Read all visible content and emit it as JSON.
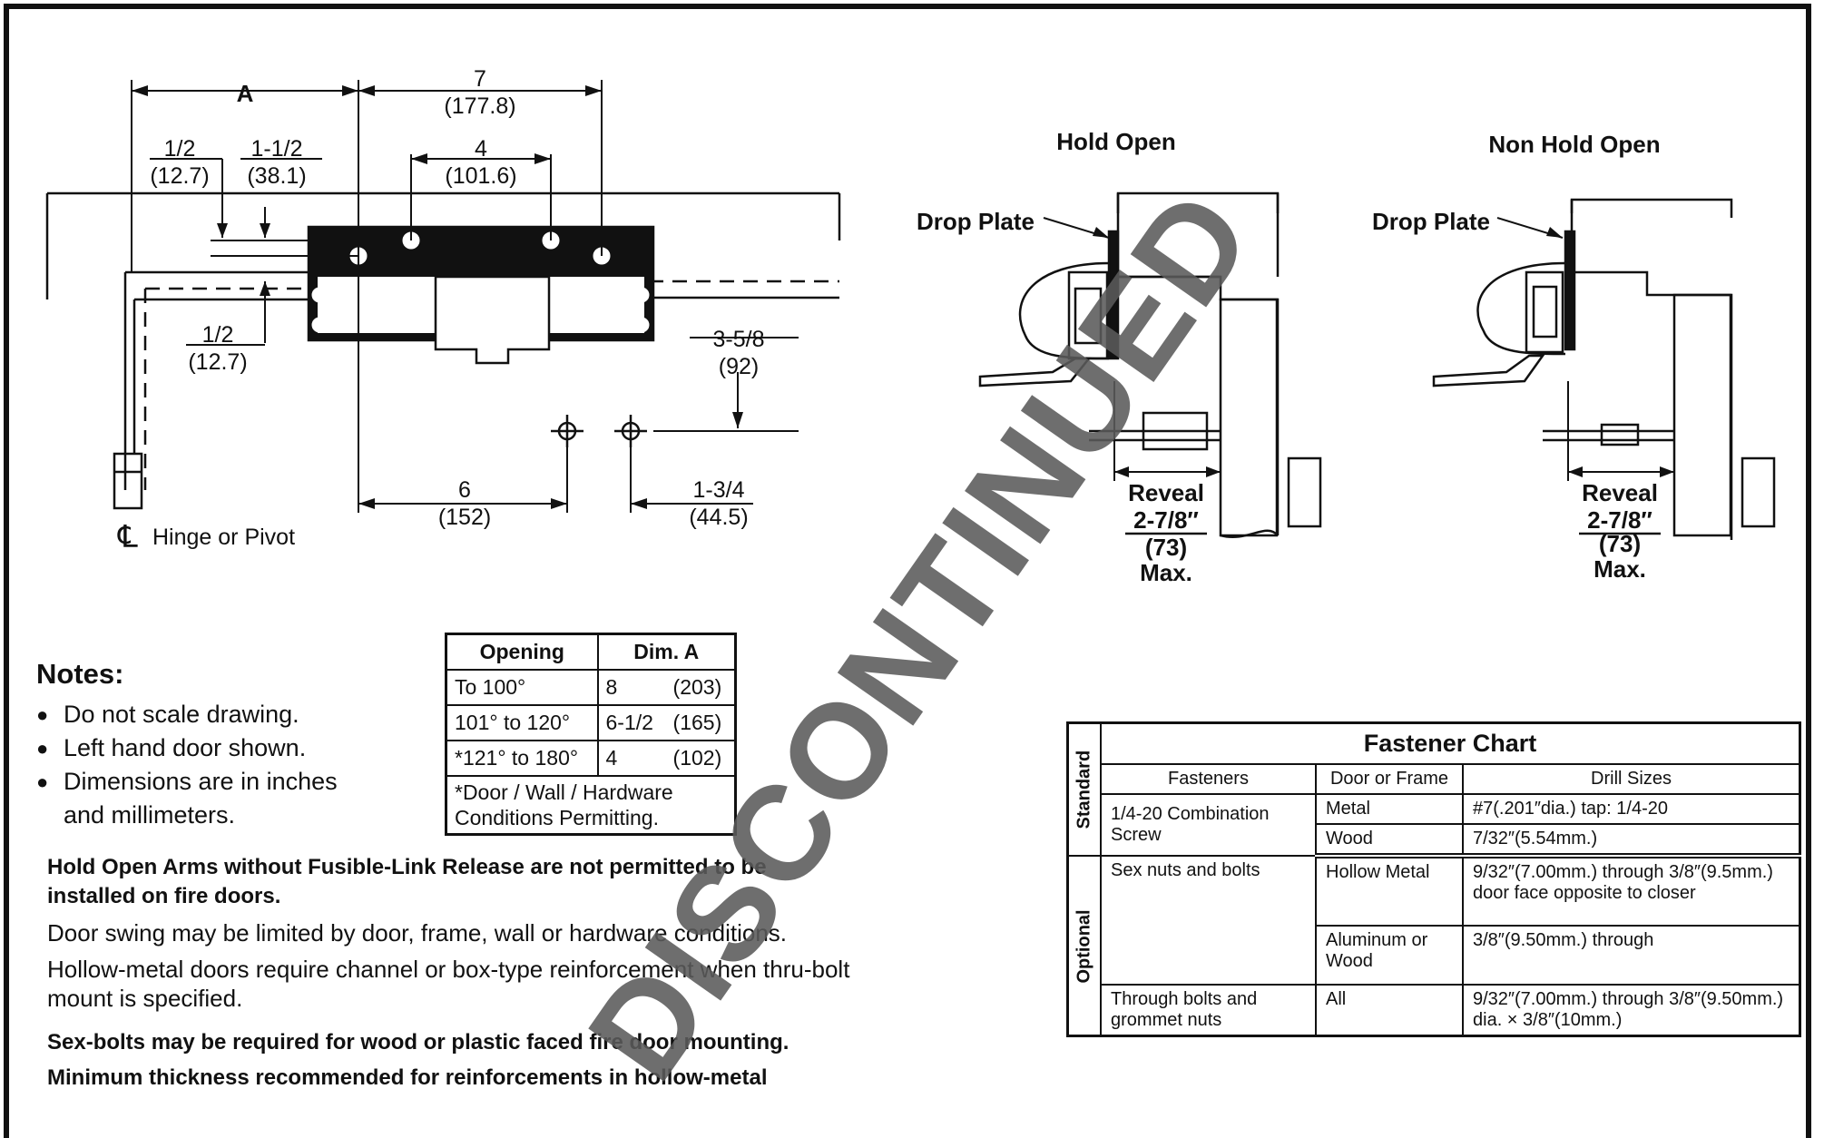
{
  "top_drawing": {
    "dim_a": "A",
    "dim_7": "7",
    "dim_7_mm": "(177.8)",
    "dim_half_top": "1/2",
    "dim_half_top_mm": "(12.7)",
    "dim_1half": "1-1/2",
    "dim_1half_mm": "(38.1)",
    "dim_4": "4",
    "dim_4_mm": "(101.6)",
    "dim_half_bot": "1/2",
    "dim_half_bot_mm": "(12.7)",
    "dim_3_5_8": "3-5/8",
    "dim_3_5_8_mm": "(92)",
    "dim_6": "6",
    "dim_6_mm": "(152)",
    "dim_1_3_4": "1-3/4",
    "dim_1_3_4_mm": "(44.5)",
    "hinge_symbol": "℄",
    "hinge_label": "Hinge or Pivot"
  },
  "hold_open": {
    "title": "Hold Open",
    "drop_plate": "Drop Plate",
    "reveal": "Reveal",
    "reveal_in": "2-7/8″",
    "reveal_mm": "(73)",
    "reveal_max": "Max."
  },
  "non_hold_open": {
    "title": "Non Hold Open",
    "drop_plate": "Drop Plate",
    "reveal": "Reveal",
    "reveal_in": "2-7/8″",
    "reveal_mm": "(73)",
    "reveal_max": "Max."
  },
  "notes": {
    "heading": "Notes:",
    "items": [
      "Do not scale drawing.",
      "Left hand door shown.",
      "Dimensions are in inches",
      "and millimeters."
    ]
  },
  "opening_table": {
    "headers": [
      "Opening",
      "Dim. A"
    ],
    "rows": [
      [
        "To 100°",
        "8",
        "(203)"
      ],
      [
        "101° to 120°",
        "6-1/2",
        "(165)"
      ],
      [
        "*121° to 180°",
        "4",
        "(102)"
      ]
    ],
    "footnote": "*Door / Wall / Hardware Conditions Permitting."
  },
  "paragraphs": {
    "p1": "Hold Open Arms without Fusible-Link Release are not permitted to be installed on fire doors.",
    "p2": "Door swing may be limited by door, frame, wall or hardware conditions.",
    "p3": "Hollow-metal doors require channel or box-type reinforcement when thru-bolt mount is specified.",
    "p4": "Sex-bolts may be required for wood or plastic faced fire door mounting.",
    "p5": "Minimum thickness recommended for reinforcements in hollow-metal"
  },
  "fastener_chart": {
    "title": "Fastener Chart",
    "headers": [
      "Fasteners",
      "Door or Frame",
      "Drill Sizes"
    ],
    "standard_label": "Standard",
    "optional_label": "Optional",
    "std_fastener": "1/4-20 Combination Screw",
    "std_rows": [
      [
        "Metal",
        "#7(.201″dia.) tap: 1/4-20"
      ],
      [
        "Wood",
        "7/32″(5.54mm.)"
      ]
    ],
    "opt_fastener1": "Sex nuts and bolts",
    "opt_rows1": [
      [
        "Hollow Metal",
        "9/32″(7.00mm.) through 3/8″(9.5mm.) door face opposite to closer"
      ],
      [
        "Aluminum or Wood",
        "3/8″(9.50mm.) through"
      ]
    ],
    "opt_fastener2": "Through bolts and grommet nuts",
    "opt_rows2": [
      [
        "All",
        "9/32″(7.00mm.) through 3/8″(9.50mm.) dia. × 3/8″(10mm.)"
      ]
    ]
  },
  "watermark": "DISCONTINUED"
}
